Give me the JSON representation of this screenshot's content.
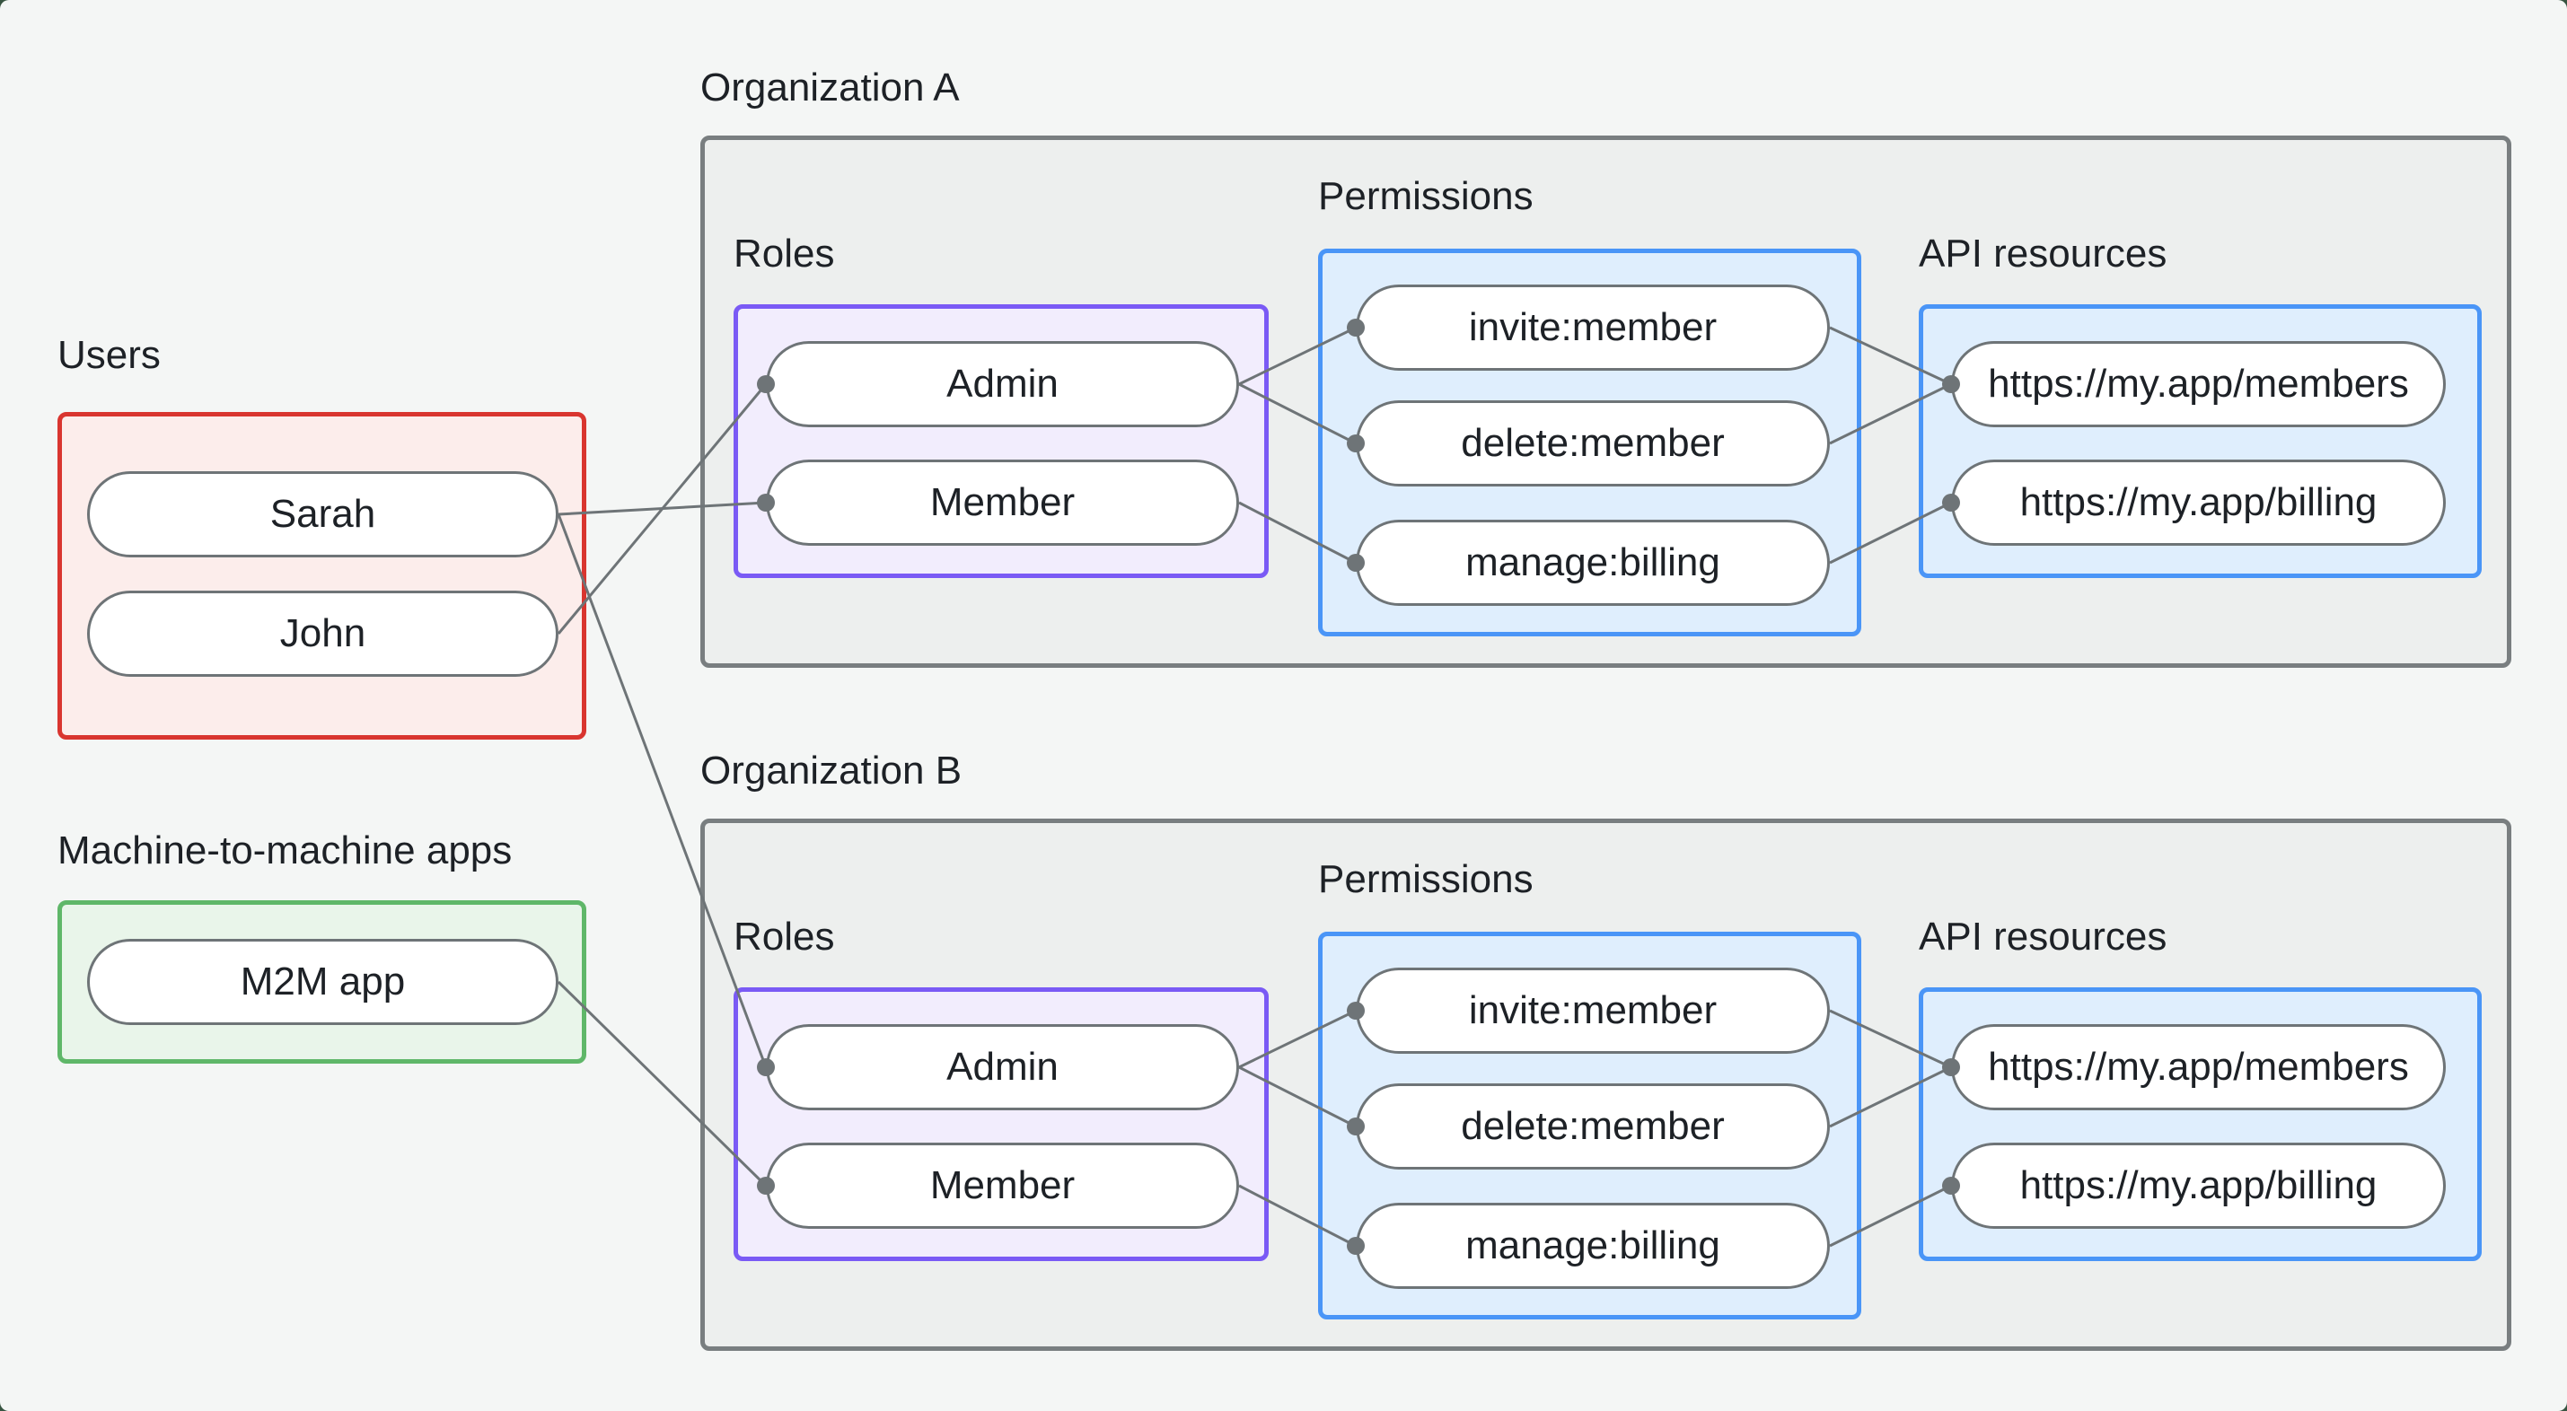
{
  "colors": {
    "page_bg": "#375441",
    "surface_bg": "#f4f6f5",
    "org_fill": "#edefee",
    "org_border": "#797e80",
    "users_fill": "#fcedeb",
    "users_border": "#d9352f",
    "m2m_fill": "#e9f5ea",
    "m2m_border": "#5fb769",
    "roles_fill": "#f2edfd",
    "roles_border": "#7a5af5",
    "perm_fill": "#dfeefd",
    "perm_border": "#4a95f7",
    "pill_fill": "#ffffff",
    "pill_border": "#6e7477",
    "line_color": "#6e7477",
    "text_color": "#1d2126"
  },
  "users_group": {
    "label": "Users",
    "items": [
      {
        "name": "Sarah"
      },
      {
        "name": "John"
      }
    ]
  },
  "m2m_group": {
    "label": "Machine-to-machine apps",
    "items": [
      {
        "name": "M2M app"
      }
    ]
  },
  "org_a": {
    "title": "Organization A",
    "roles_label": "Roles",
    "permissions_label": "Permissions",
    "api_resources_label": "API resources",
    "roles": [
      {
        "name": "Admin"
      },
      {
        "name": "Member"
      }
    ],
    "permissions": [
      {
        "name": "invite:member"
      },
      {
        "name": "delete:member"
      },
      {
        "name": "manage:billing"
      }
    ],
    "api_resources": [
      {
        "name": "https://my.app/members"
      },
      {
        "name": "https://my.app/billing"
      }
    ]
  },
  "org_b": {
    "title": "Organization B",
    "roles_label": "Roles",
    "permissions_label": "Permissions",
    "api_resources_label": "API resources",
    "roles": [
      {
        "name": "Admin"
      },
      {
        "name": "Member"
      }
    ],
    "permissions": [
      {
        "name": "invite:member"
      },
      {
        "name": "delete:member"
      },
      {
        "name": "manage:billing"
      }
    ],
    "api_resources": [
      {
        "name": "https://my.app/members"
      },
      {
        "name": "https://my.app/billing"
      }
    ]
  },
  "edges": [
    {
      "from": "sarah",
      "to": "org_a_member"
    },
    {
      "from": "john",
      "to": "org_a_admin"
    },
    {
      "from": "sarah",
      "to": "org_b_admin"
    },
    {
      "from": "m2m_app",
      "to": "org_b_member"
    },
    {
      "from": "org_a_admin",
      "to": "org_a_invite_member"
    },
    {
      "from": "org_a_admin",
      "to": "org_a_delete_member"
    },
    {
      "from": "org_a_member",
      "to": "org_a_manage_billing"
    },
    {
      "from": "org_a_invite_member",
      "to": "org_a_api_members"
    },
    {
      "from": "org_a_delete_member",
      "to": "org_a_api_members"
    },
    {
      "from": "org_a_manage_billing",
      "to": "org_a_api_billing"
    },
    {
      "from": "org_b_admin",
      "to": "org_b_invite_member"
    },
    {
      "from": "org_b_admin",
      "to": "org_b_delete_member"
    },
    {
      "from": "org_b_member",
      "to": "org_b_manage_billing"
    },
    {
      "from": "org_b_invite_member",
      "to": "org_b_api_members"
    },
    {
      "from": "org_b_delete_member",
      "to": "org_b_api_members"
    },
    {
      "from": "org_b_manage_billing",
      "to": "org_b_api_billing"
    }
  ]
}
